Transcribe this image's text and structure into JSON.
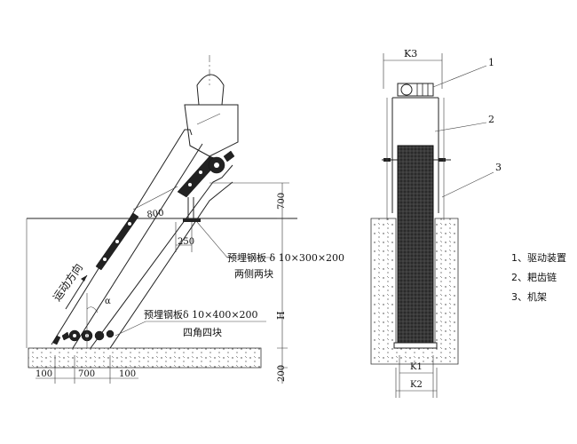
{
  "side_view": {
    "direction_label": "运动方向",
    "alpha": "α",
    "dim_slope_800": "800",
    "dim_250": "250",
    "dim_700_vertical": "700",
    "dim_H": "H",
    "dim_200": "200",
    "bottom_dims": [
      "100",
      "700",
      "100"
    ],
    "plate1_line1": "预埋钢板 δ 10×300×200",
    "plate1_line2": "两侧两块",
    "plate2_line1": "预埋钢板δ 10×400×200",
    "plate2_line2": "四角四块"
  },
  "front_view": {
    "k3": "K3",
    "k1": "K1",
    "k2": "K2",
    "callouts": [
      "1",
      "2",
      "3"
    ]
  },
  "legend": [
    "1、驱动装置",
    "2、耙齿链",
    "3、机架"
  ]
}
